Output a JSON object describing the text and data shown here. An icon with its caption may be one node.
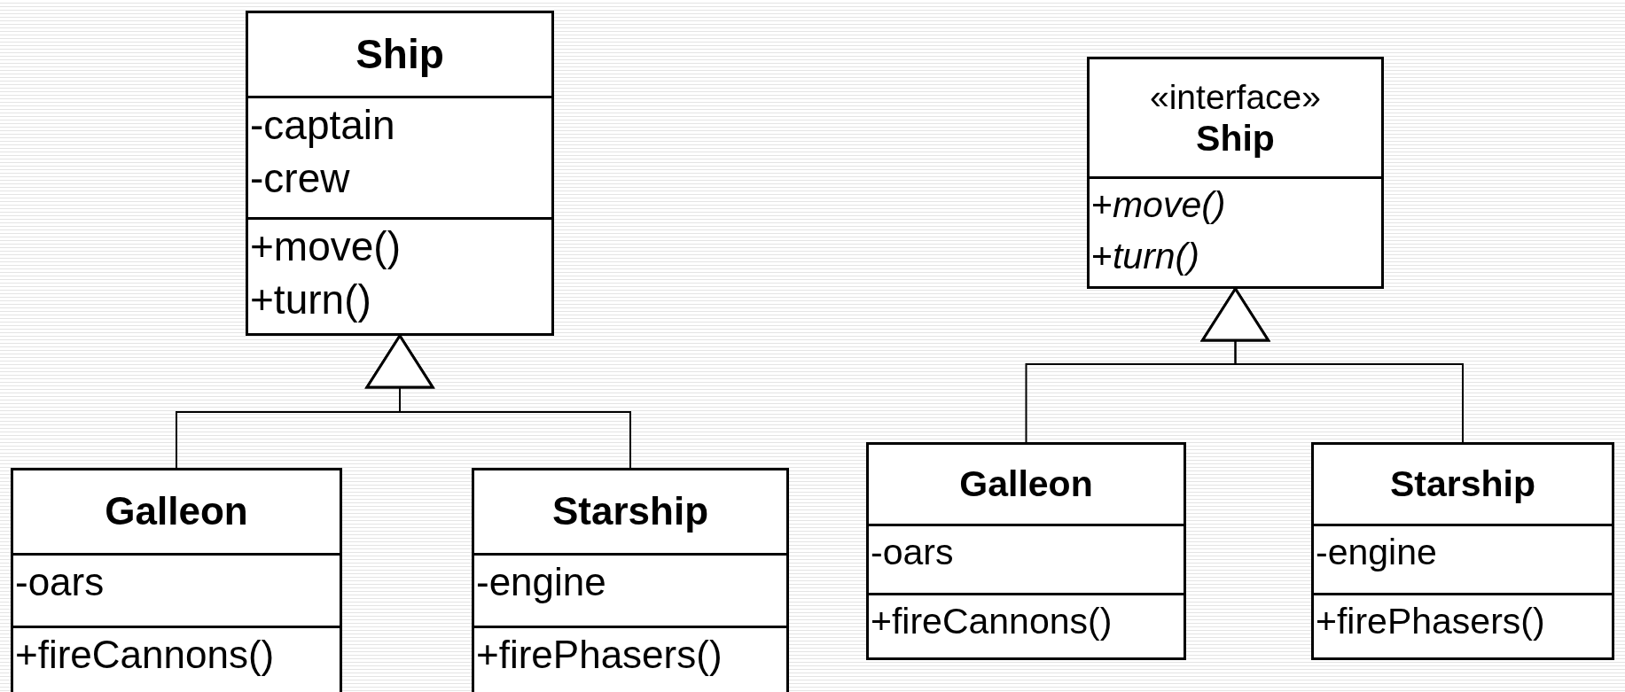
{
  "diagram": {
    "nodes": [
      {
        "text": [
          "Ship",
          "-captain -crew",
          "+move() +turn()"
        ]
      },
      {
        "text": [
          "Galleon",
          "-oars",
          "+fireCannons()"
        ]
      },
      {
        "text": [
          "Starship",
          "-engine",
          "+firePhasers()"
        ]
      },
      {
        "text": [
          "«interface»",
          "Ship",
          "+*move()* +*turn()*"
        ]
      },
      {
        "text": [
          "Galleon",
          "-oars",
          "+fireCannons()"
        ]
      },
      {
        "text": [
          "Starship",
          "-engine",
          "+firePhasers()"
        ]
      }
    ],
    "edges": [
      {
        "from": 1,
        "to": 0,
        "arrow": "to"
      },
      {
        "from": 2,
        "to": 0,
        "arrow": "to"
      },
      {
        "from": 4,
        "to": 3,
        "arrow": "to"
      },
      {
        "from": 5,
        "to": 3,
        "arrow": "to"
      }
    ]
  }
}
